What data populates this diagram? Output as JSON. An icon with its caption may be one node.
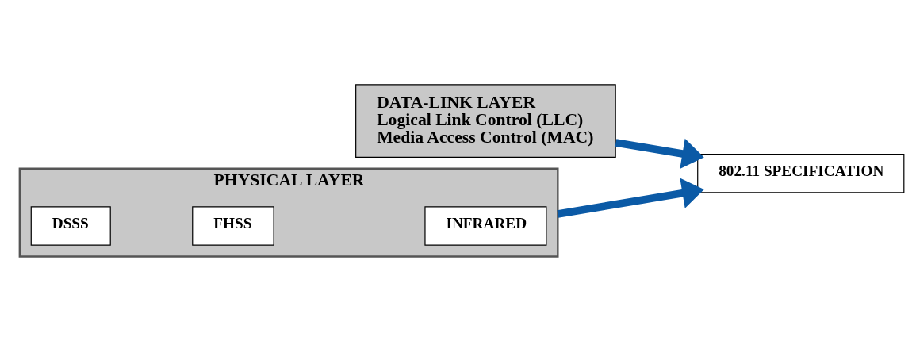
{
  "diagram": {
    "nodes": [
      {
        "text": [
          "DATA-LINK LAYER",
          "Logical Link Control (LLC)",
          "Media Access Control (MAC)"
        ]
      },
      {
        "text": [
          "PHYSICAL LAYER"
        ]
      },
      {
        "text": [
          "DSSS"
        ],
        "in": 1
      },
      {
        "text": [
          "FHSS"
        ],
        "in": 1
      },
      {
        "text": [
          "INFRARED"
        ],
        "in": 1
      },
      {
        "text": [
          "802.11 SPECIFICATION"
        ]
      }
    ],
    "edges": [
      {
        "from": 0,
        "to": 5,
        "arrow": "to"
      },
      {
        "from": 1,
        "to": 5,
        "arrow": "to"
      }
    ]
  }
}
